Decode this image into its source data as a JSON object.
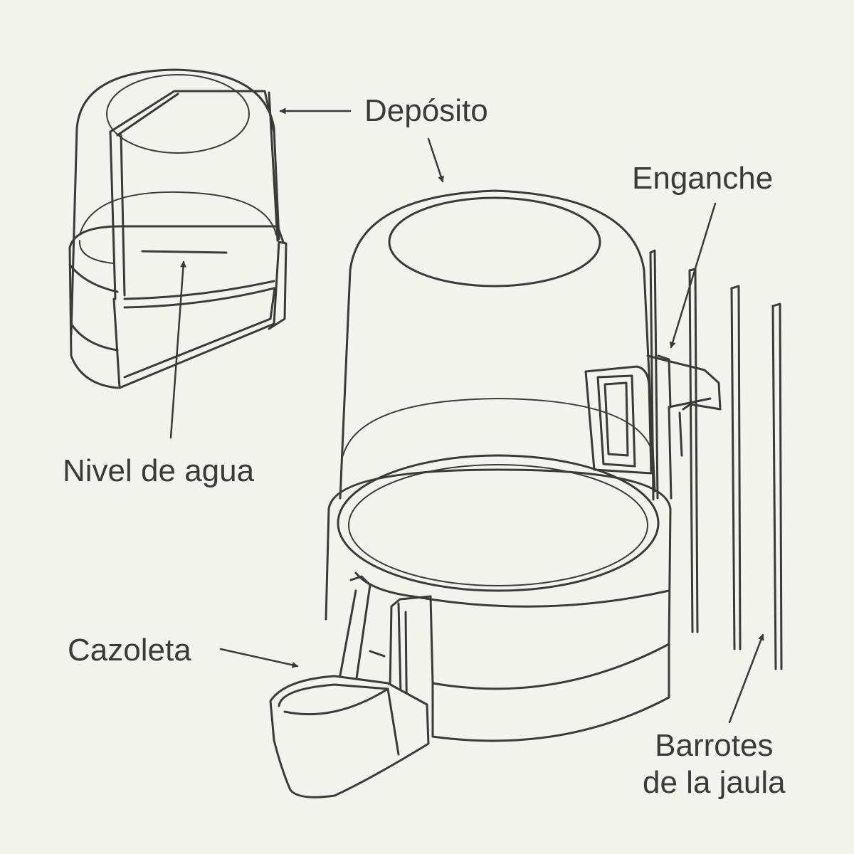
{
  "labels": {
    "deposito": "Depósito",
    "enganche": "Enganche",
    "nivel_de_agua": "Nivel de agua",
    "cazoleta": "Cazoleta",
    "barrotes_line1": "Barrotes",
    "barrotes_line2": "de la jaula"
  },
  "colors": {
    "background": "#f3f3ee",
    "line": "#3a3a3a"
  }
}
